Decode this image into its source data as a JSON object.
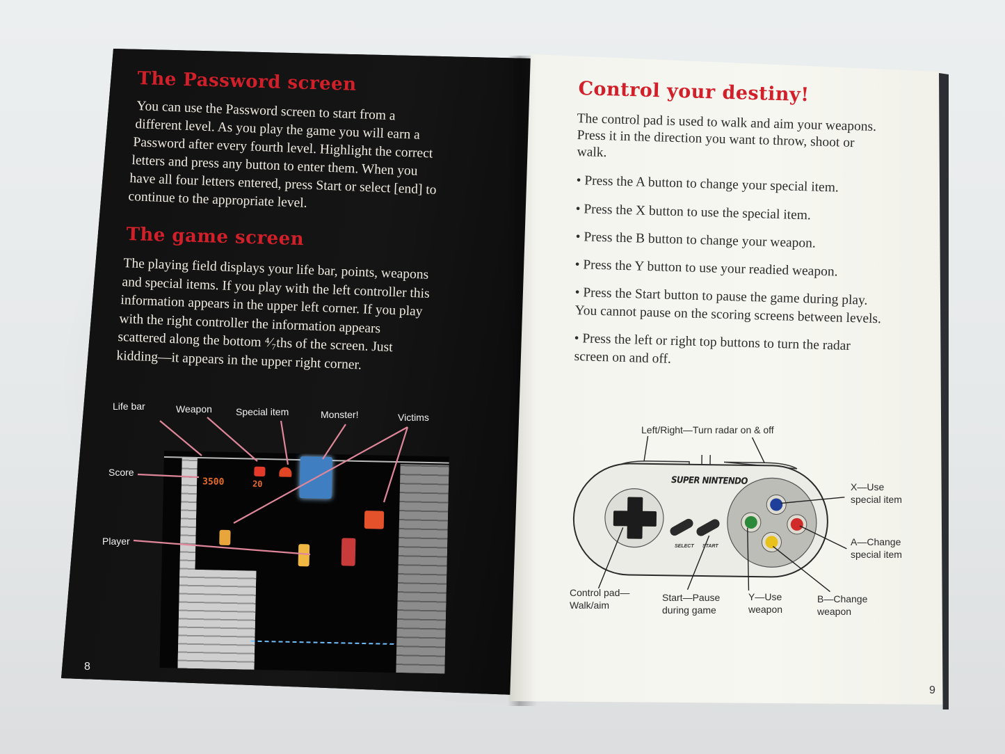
{
  "left_page": {
    "password_heading": "The Password screen",
    "password_lines": [
      "You can use the Password screen to start from a",
      "different level. As you play the game you will earn a",
      "Password after every fourth level. Highlight the correct",
      "letters and press any button to enter them. When you",
      "have all four letters entered, press Start or select [end] to",
      "continue to the appropriate level."
    ],
    "game_heading": "The game screen",
    "game_lines": [
      "The playing field displays your life bar, points, weapons",
      "and special items. If you play with the left controller this",
      "information appears in the upper left corner. If you play",
      "with the right controller the information appears",
      "scattered along the bottom ⁴⁄₇ths of the screen. Just",
      "kidding—it appears in the upper right corner."
    ],
    "callouts": {
      "life_bar": "Life bar",
      "weapon": "Weapon",
      "special_item": "Special item",
      "monster": "Monster!",
      "victims": "Victims",
      "score": "Score",
      "player": "Player"
    },
    "game_screen": {
      "score": "3500",
      "weapon_count": "20"
    },
    "page_number": "8"
  },
  "right_page": {
    "heading": "Control your destiny!",
    "intro_lines": [
      "The control pad is used to walk and aim your weapons.",
      "Press it in the direction you want to throw, shoot or",
      "walk."
    ],
    "bullets": [
      [
        "• Press the A button to change your special item."
      ],
      [
        "• Press the X button to use the special item."
      ],
      [
        "• Press the B button to change your weapon."
      ],
      [
        "• Press the Y button to use your readied weapon."
      ],
      [
        "• Press the Start button to pause the game during play.",
        "You cannot pause on the scoring screens between levels."
      ],
      [
        "• Press the left or right top buttons to turn the radar",
        "screen on and off."
      ]
    ],
    "controller": {
      "brand": "SUPER NINTENDO",
      "select": "SELECT",
      "start": "START",
      "top_label": "Left/Right—Turn radar on & off",
      "x_label": [
        "X—Use",
        "special item"
      ],
      "a_label": [
        "A—Change",
        "special item"
      ],
      "pad_label": [
        "Control pad—",
        "Walk/aim"
      ],
      "start_label": [
        "Start—Pause",
        "during game"
      ],
      "y_label": [
        "Y—Use",
        "weapon"
      ],
      "b_label": [
        "B—Change",
        "weapon"
      ],
      "button_colors": {
        "x": "#1e3f9a",
        "a": "#d12a2a",
        "y": "#e8c21b",
        "b": "#2a8a3a"
      }
    },
    "page_number": "9"
  },
  "colors": {
    "heading_red": "#d1202a",
    "callout_line": "#e0869a"
  }
}
